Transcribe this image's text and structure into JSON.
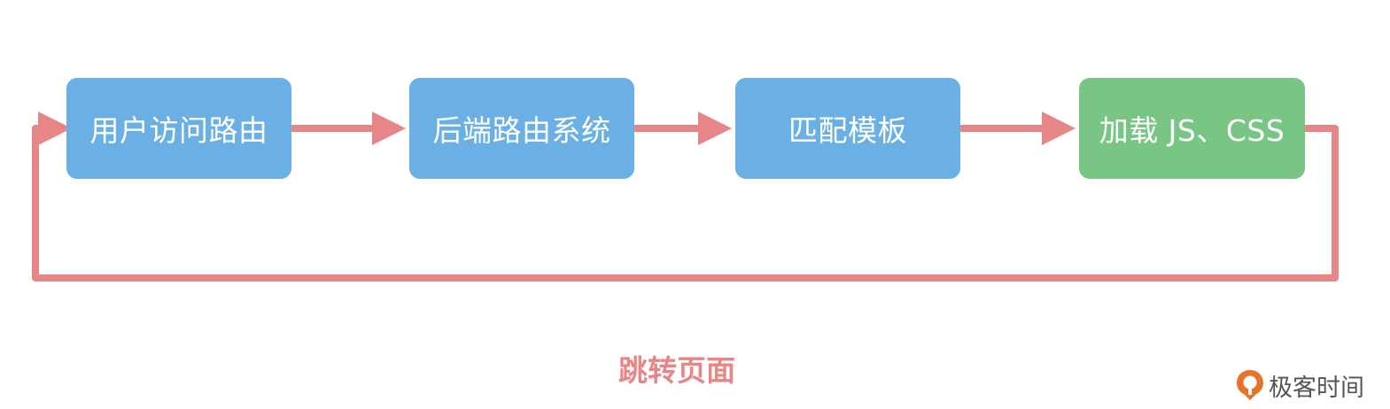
{
  "colors": {
    "process_node": "#6ab0e4",
    "final_node": "#79c584",
    "connector": "#e68686",
    "node_text": "#ffffff",
    "loop_label": "#e68686",
    "brand_logo": "#e5732a"
  },
  "nodes": [
    {
      "id": "user-route",
      "label": "用户访问路由",
      "kind": "process"
    },
    {
      "id": "backend-router",
      "label": "后端路由系统",
      "kind": "process"
    },
    {
      "id": "match-template",
      "label": "匹配模板",
      "kind": "process"
    },
    {
      "id": "load-assets",
      "label": "加载 JS、CSS",
      "kind": "final"
    }
  ],
  "edges": [
    {
      "from": "user-route",
      "to": "backend-router"
    },
    {
      "from": "backend-router",
      "to": "match-template"
    },
    {
      "from": "match-template",
      "to": "load-assets"
    },
    {
      "from": "load-assets",
      "to": "user-route",
      "label": "跳转页面"
    }
  ],
  "loop_label": "跳转页面",
  "brand": {
    "name": "极客时间",
    "icon": "geektime-logo-icon"
  }
}
